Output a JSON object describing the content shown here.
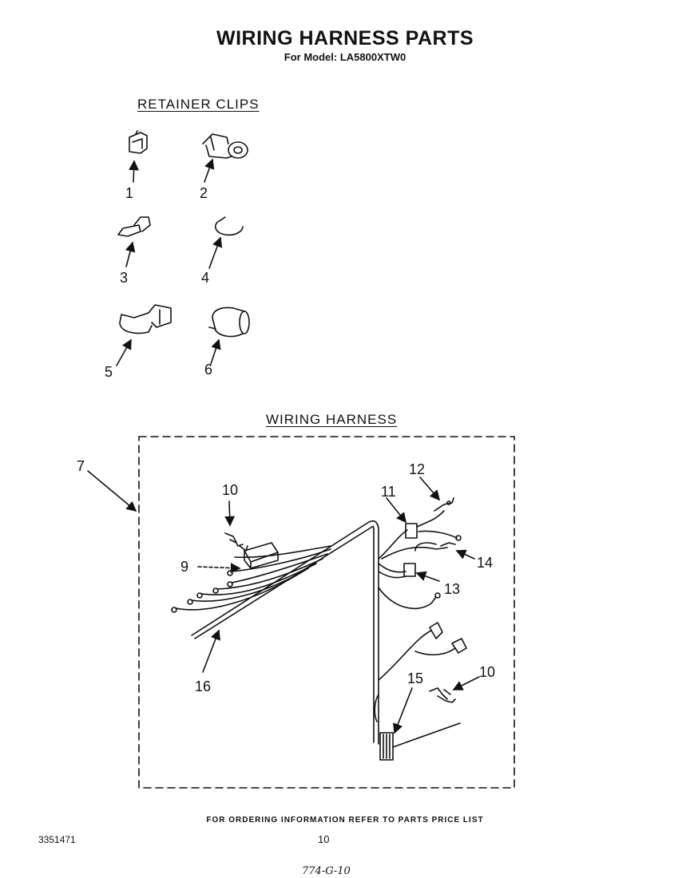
{
  "header": {
    "title": "WIRING HARNESS PARTS",
    "model": "For Model: LA5800XTW0"
  },
  "sections": {
    "clips": "RETAINER CLIPS",
    "harness": "WIRING HARNESS"
  },
  "callouts": {
    "c1": "1",
    "c2": "2",
    "c3": "3",
    "c4": "4",
    "c5": "5",
    "c6": "6",
    "c7": "7",
    "c9": "9",
    "c10a": "10",
    "c10b": "10",
    "c11": "11",
    "c12": "12",
    "c13": "13",
    "c14": "14",
    "c15": "15",
    "c16": "16"
  },
  "footer": {
    "ordering": "FOR ORDERING INFORMATION REFER TO PARTS PRICE LIST",
    "doc_number": "3351471",
    "page_number": "10",
    "handwritten_note": "774-G-10"
  }
}
